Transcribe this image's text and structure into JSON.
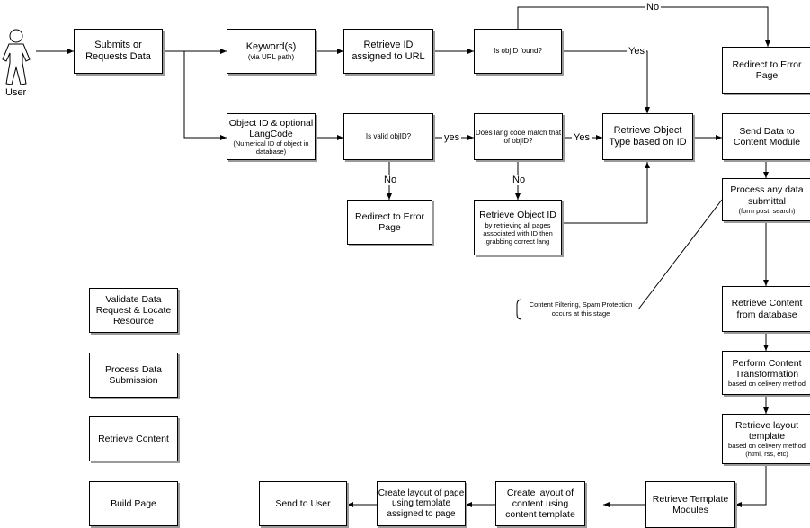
{
  "actor": {
    "label": "User"
  },
  "boxes": {
    "submits": {
      "text": "Submits or Requests Data"
    },
    "keyword": {
      "title": "Keyword(s)",
      "sub": "(via URL path)"
    },
    "retrieve_id": {
      "text": "Retrieve ID assigned to URL"
    },
    "objid_found": {
      "text": "Is objID found?"
    },
    "redirect_top": {
      "text": "Redirect to Error Page"
    },
    "object_id": {
      "title": "Object ID & optional LangCode",
      "sub": "(Numerical ID of object in database)"
    },
    "valid_objid": {
      "text": "Is valid objID?"
    },
    "lang_match": {
      "text": "Does lang code match that of objID?"
    },
    "retrieve_type": {
      "text": "Retrieve Object Type based on ID"
    },
    "send_content": {
      "text": "Send Data to Content Module"
    },
    "redirect_mid": {
      "text": "Redirect to Error Page"
    },
    "retrieve_objid": {
      "title": "Retrieve Object ID",
      "sub": "by retrieving all pages associated with ID then grabbing correct lang"
    },
    "process_data": {
      "title": "Process any data submittal",
      "sub": "(form post, search)"
    },
    "retrieve_db": {
      "text": "Retrieve Content from database"
    },
    "transform": {
      "title": "Perform Content Transformation",
      "sub": "based on delivery method"
    },
    "layout_tpl": {
      "title": "Retrieve layout template",
      "sub": "based on delivery method (html, rss, etc)"
    },
    "tpl_modules": {
      "text": "Retrieve Template Modules"
    },
    "content_layout": {
      "text": "Create layout of content using content template"
    },
    "page_layout": {
      "text": "Create layout of page using template assigned to page"
    },
    "send_user": {
      "text": "Send to User"
    }
  },
  "legend": [
    "Validate Data Request & Locate Resource",
    "Process Data Submission",
    "Retrieve Content",
    "Build Page"
  ],
  "labels": {
    "no_top": "No",
    "yes_top": "Yes",
    "yes_valid": "yes",
    "yes_lang": "Yes",
    "no_valid": "No",
    "no_lang": "No"
  },
  "annotation": "Content Filtering, Spam Protection occurs at this stage"
}
